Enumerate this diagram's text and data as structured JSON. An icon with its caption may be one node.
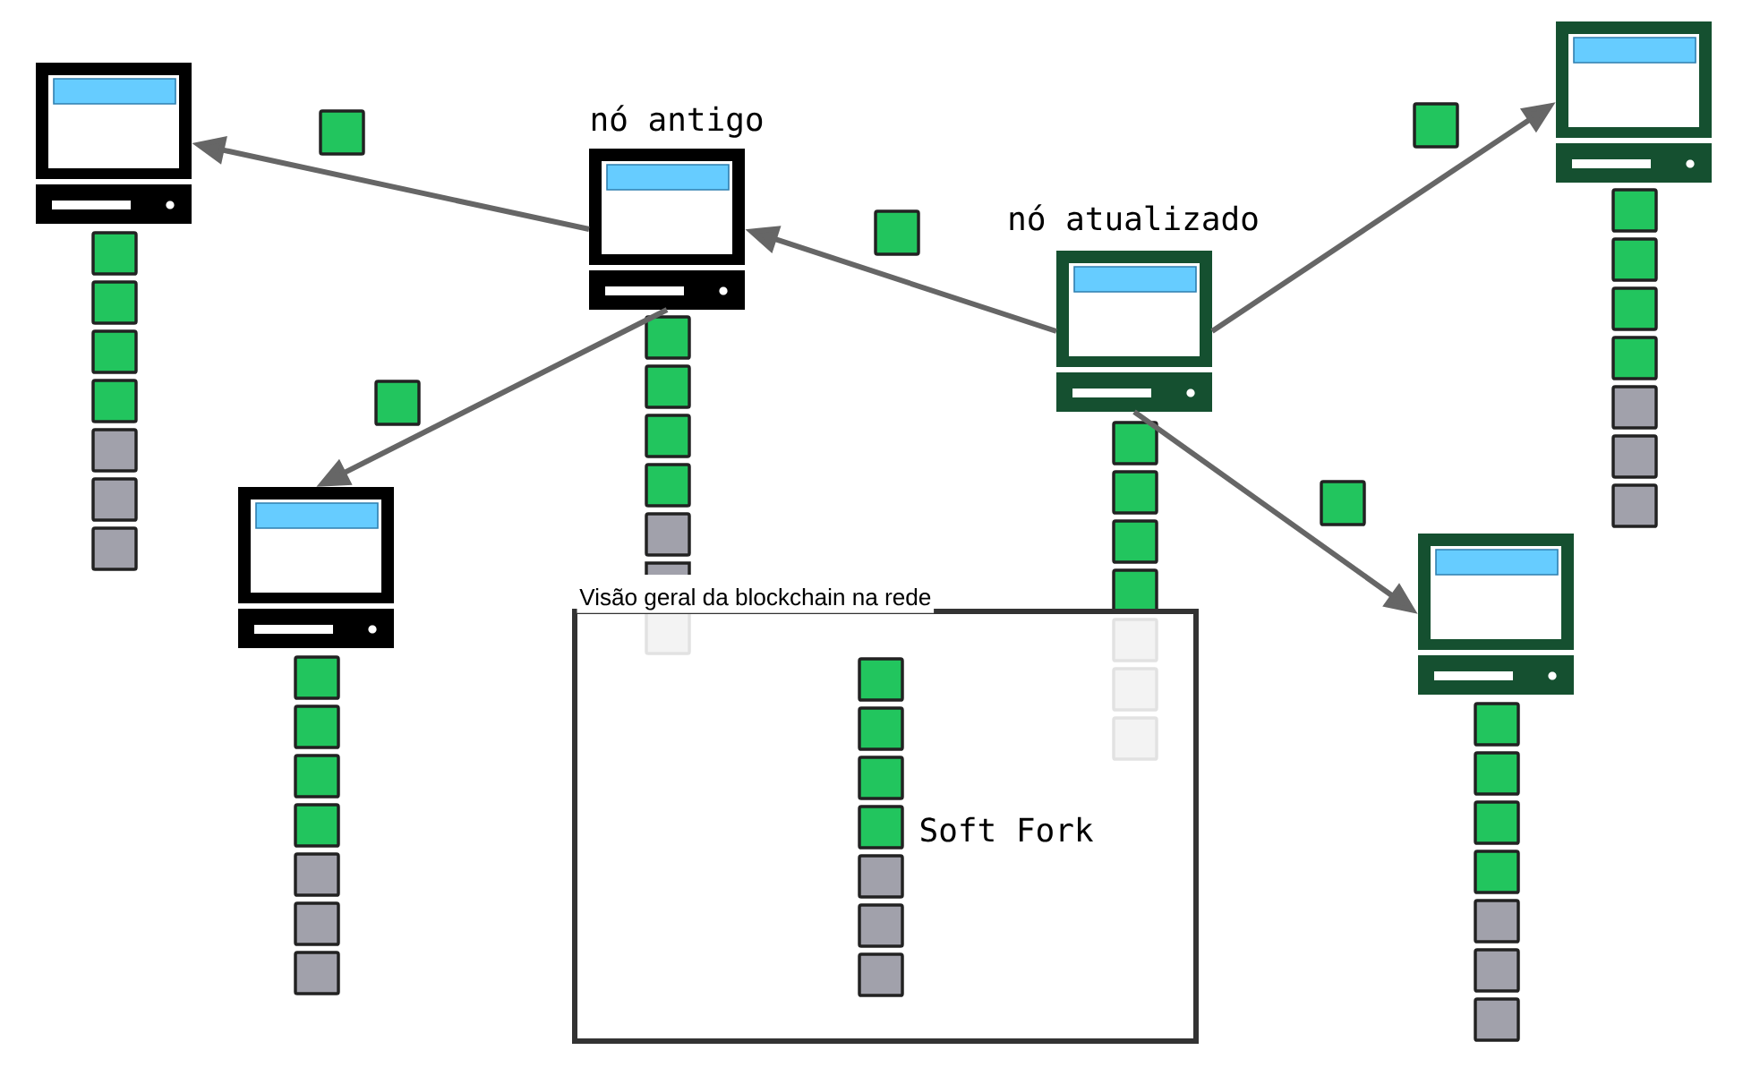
{
  "diagram": {
    "nodes": [
      {
        "text": [],
        "shape": "picture"
      },
      {
        "text": [
          "nó antigo"
        ]
      },
      {
        "text": [
          "nó atualizado"
        ]
      },
      {
        "text": [],
        "shape": "picture"
      },
      {
        "text": [],
        "shape": "picture"
      },
      {
        "text": [],
        "shape": "picture"
      },
      {
        "text": [
          "Visão geral da blockchain na rede",
          "Soft Fork"
        ]
      }
    ],
    "edges": [
      {
        "from": 1,
        "to": 0,
        "arrow": "to"
      },
      {
        "from": 1,
        "to": 4,
        "arrow": "to"
      },
      {
        "from": 2,
        "to": 1,
        "arrow": "to"
      },
      {
        "from": 2,
        "to": 3,
        "arrow": "to"
      },
      {
        "from": 2,
        "to": 5,
        "arrow": "to"
      }
    ]
  }
}
